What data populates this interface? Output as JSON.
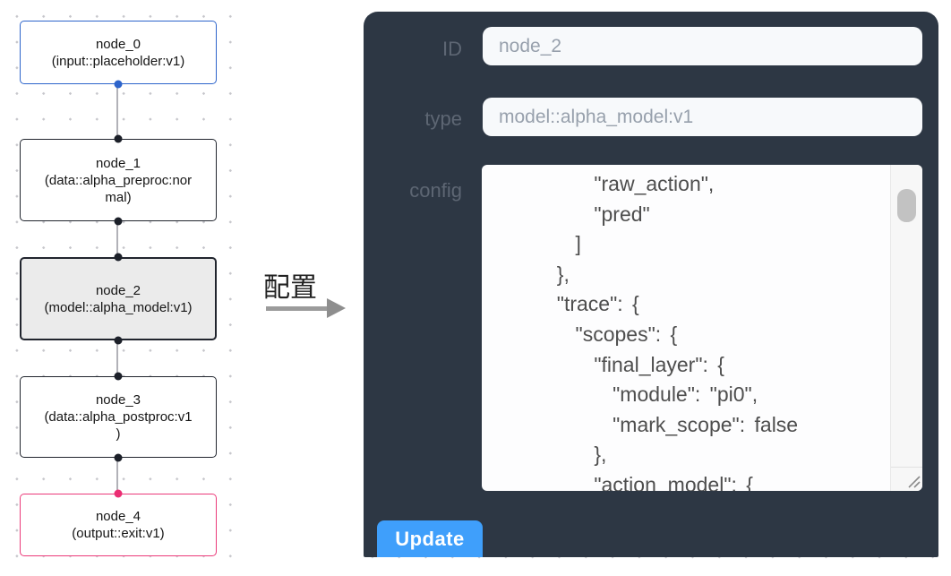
{
  "flow": {
    "nodes": [
      {
        "title": "node_0",
        "subtitle": "(input::placeholder:v1)",
        "kind": "input"
      },
      {
        "title": "node_1",
        "subtitle": "(data::alpha_preproc:normal)",
        "kind": "data"
      },
      {
        "title": "node_2",
        "subtitle": "(model::alpha_model:v1)",
        "kind": "model",
        "selected": true
      },
      {
        "title": "node_3",
        "subtitle": "(data::alpha_postproc:v1)",
        "kind": "data"
      },
      {
        "title": "node_4",
        "subtitle": "(output::exit:v1)",
        "kind": "output"
      }
    ]
  },
  "connector": {
    "label": "配置"
  },
  "panel": {
    "id_field": {
      "label": "ID",
      "value": "node_2"
    },
    "type_field": {
      "label": "type",
      "value": "model::alpha_model:v1"
    },
    "config_field": {
      "label": "config",
      "value": "      \"raw_action\",\n      \"pred\"\n    ]\n  },\n  \"trace\": {\n    \"scopes\": {\n      \"final_layer\": {\n        \"module\": \"pi0\",\n        \"mark_scope\": false\n      },\n      \"action_model\": {"
    },
    "update_button": {
      "label": "Update"
    }
  },
  "colors": {
    "panel_bg": "#2d3744",
    "button_blue": "#3f9ffb",
    "input_node_border": "#2d64cb",
    "output_node_border": "#eb3a79",
    "default_node_border": "#21252e",
    "selected_node_bg": "#ebebeb",
    "edge_gray": "#b2b2b8"
  }
}
